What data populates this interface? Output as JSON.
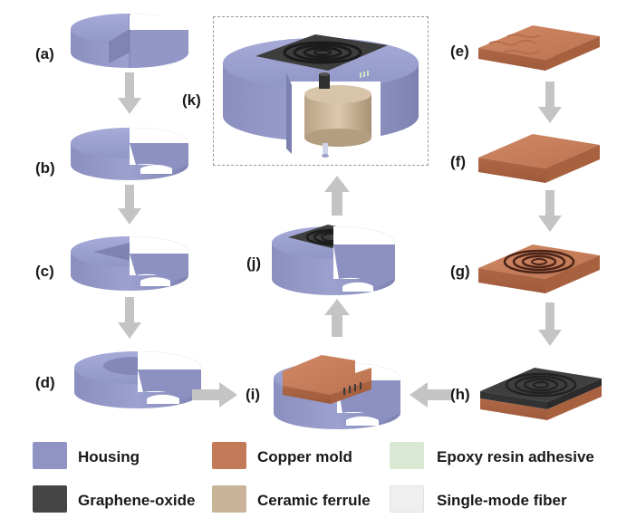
{
  "steps": {
    "a": "(a)",
    "b": "(b)",
    "c": "(c)",
    "d": "(d)",
    "e": "(e)",
    "f": "(f)",
    "g": "(g)",
    "h": "(h)",
    "i": "(i)",
    "j": "(j)",
    "k": "(k)"
  },
  "legend": {
    "housing": "Housing",
    "copper_mold": "Copper mold",
    "epoxy": "Epoxy resin adhesive",
    "graphene": "Graphene-oxide",
    "ferrule": "Ceramic ferrule",
    "fiber": "Single-mode fiber"
  },
  "colors": {
    "housing": "#8f94c4",
    "copper": "#c27a58",
    "epoxy": "#d9e8d2",
    "graphene": "#454545",
    "ferrule": "#c9b499",
    "fiber": "#efefef",
    "arrow": "#c4c4c4"
  }
}
